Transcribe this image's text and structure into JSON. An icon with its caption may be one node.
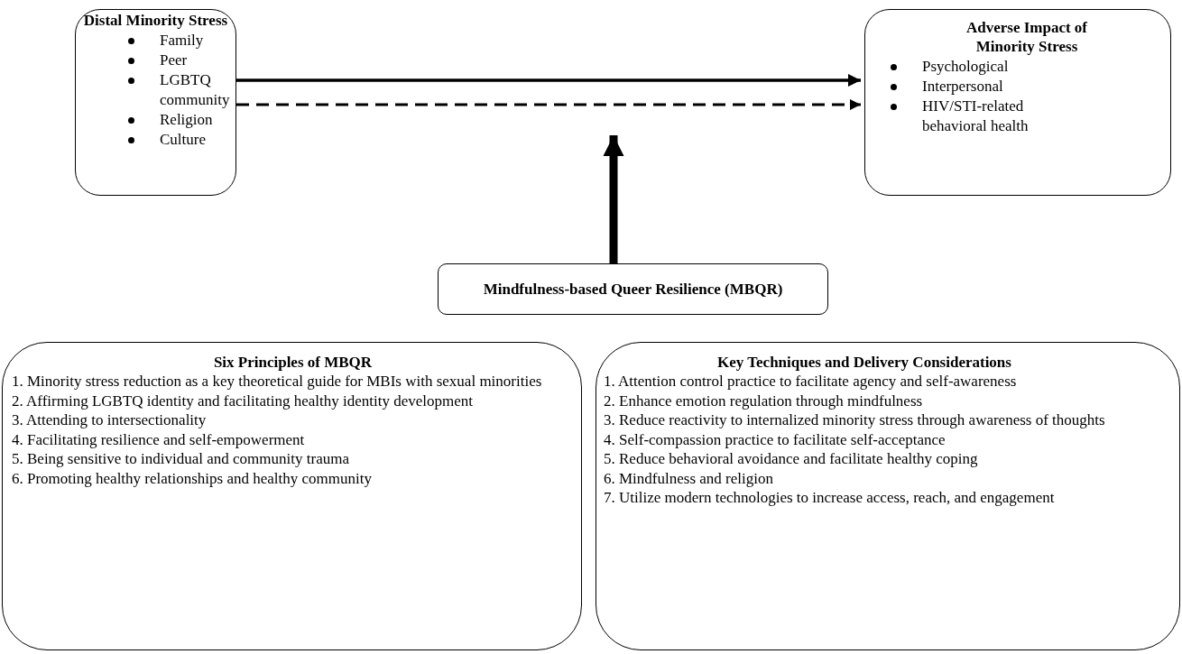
{
  "diagram": {
    "nodes": [
      {
        "text": [
          "Distal Minority Stress",
          "Family",
          "Peer",
          "LGBTQ community",
          "Religion",
          "Culture"
        ]
      },
      {
        "text": [
          "Adverse Impact of Minority Stress",
          "Psychological",
          "Interpersonal",
          "HIV/STI-related behavioral health"
        ]
      },
      {
        "text": [
          "Mindfulness-based Queer Resilience (MBQR)"
        ]
      },
      {
        "text": [
          "Six Principles of MBQR",
          "1. Minority stress reduction as a key theoretical guide for MBIs with sexual minorities",
          "2. Affirming LGBTQ identity and facilitating healthy identity development",
          "3. Attending to intersectionality",
          "4. Facilitating resilience and self-empowerment",
          "5. Being sensitive to individual and community trauma",
          "6. Promoting healthy relationships and healthy community"
        ]
      },
      {
        "text": [
          "Key Techniques and Delivery Considerations",
          "1. Attention control practice to facilitate agency and self-awareness",
          "2. Enhance emotion regulation through mindfulness",
          "3. Reduce reactivity to internalized minority stress through awareness of thoughts",
          "4. Self-compassion practice to facilitate self-acceptance",
          "5. Reduce behavioral avoidance and facilitate healthy coping",
          "6. Mindfulness and religion",
          "7. Utilize modern technologies to increase access, reach, and engagement"
        ]
      }
    ],
    "edges": [
      {
        "from": 0,
        "to": 1,
        "arrow": "to"
      },
      {
        "from": 0,
        "to": 1,
        "arrow": "to",
        "style": "dashed"
      },
      {
        "from": 2,
        "to": null,
        "arrow": "to",
        "style": "thick"
      }
    ]
  }
}
